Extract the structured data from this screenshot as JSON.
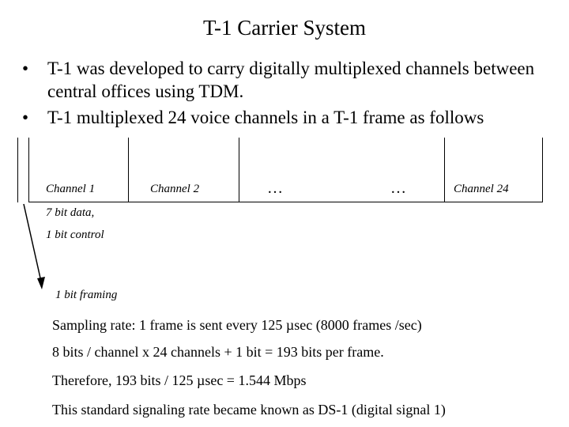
{
  "slide": {
    "title": "T-1 Carrier System",
    "bullets": [
      "T-1 was developed to carry digitally multiplexed channels between central offices using TDM.",
      "T-1  multiplexed 24 voice channels in a T-1 frame as follows"
    ],
    "bullet_glyph": "•"
  },
  "frame": {
    "channel_1": "Channel 1",
    "channel_2": "Channel 2",
    "ellipsis_1": "…",
    "ellipsis_2": "…",
    "channel_24": "Channel 24",
    "data_bits": "7 bit data,",
    "control_bit": "1 bit control",
    "framing_bit": "1 bit framing"
  },
  "notes": {
    "sampling": "Sampling rate: 1 frame is sent every 125  µsec (8000 frames /sec)",
    "bits_per_frame": "8 bits / channel x 24 channels + 1 bit = 193 bits per frame.",
    "rate": "Therefore, 193 bits / 125 µsec = 1.544 Mbps",
    "standard": "This standard signaling rate became known as DS-1 (digital signal 1)"
  }
}
